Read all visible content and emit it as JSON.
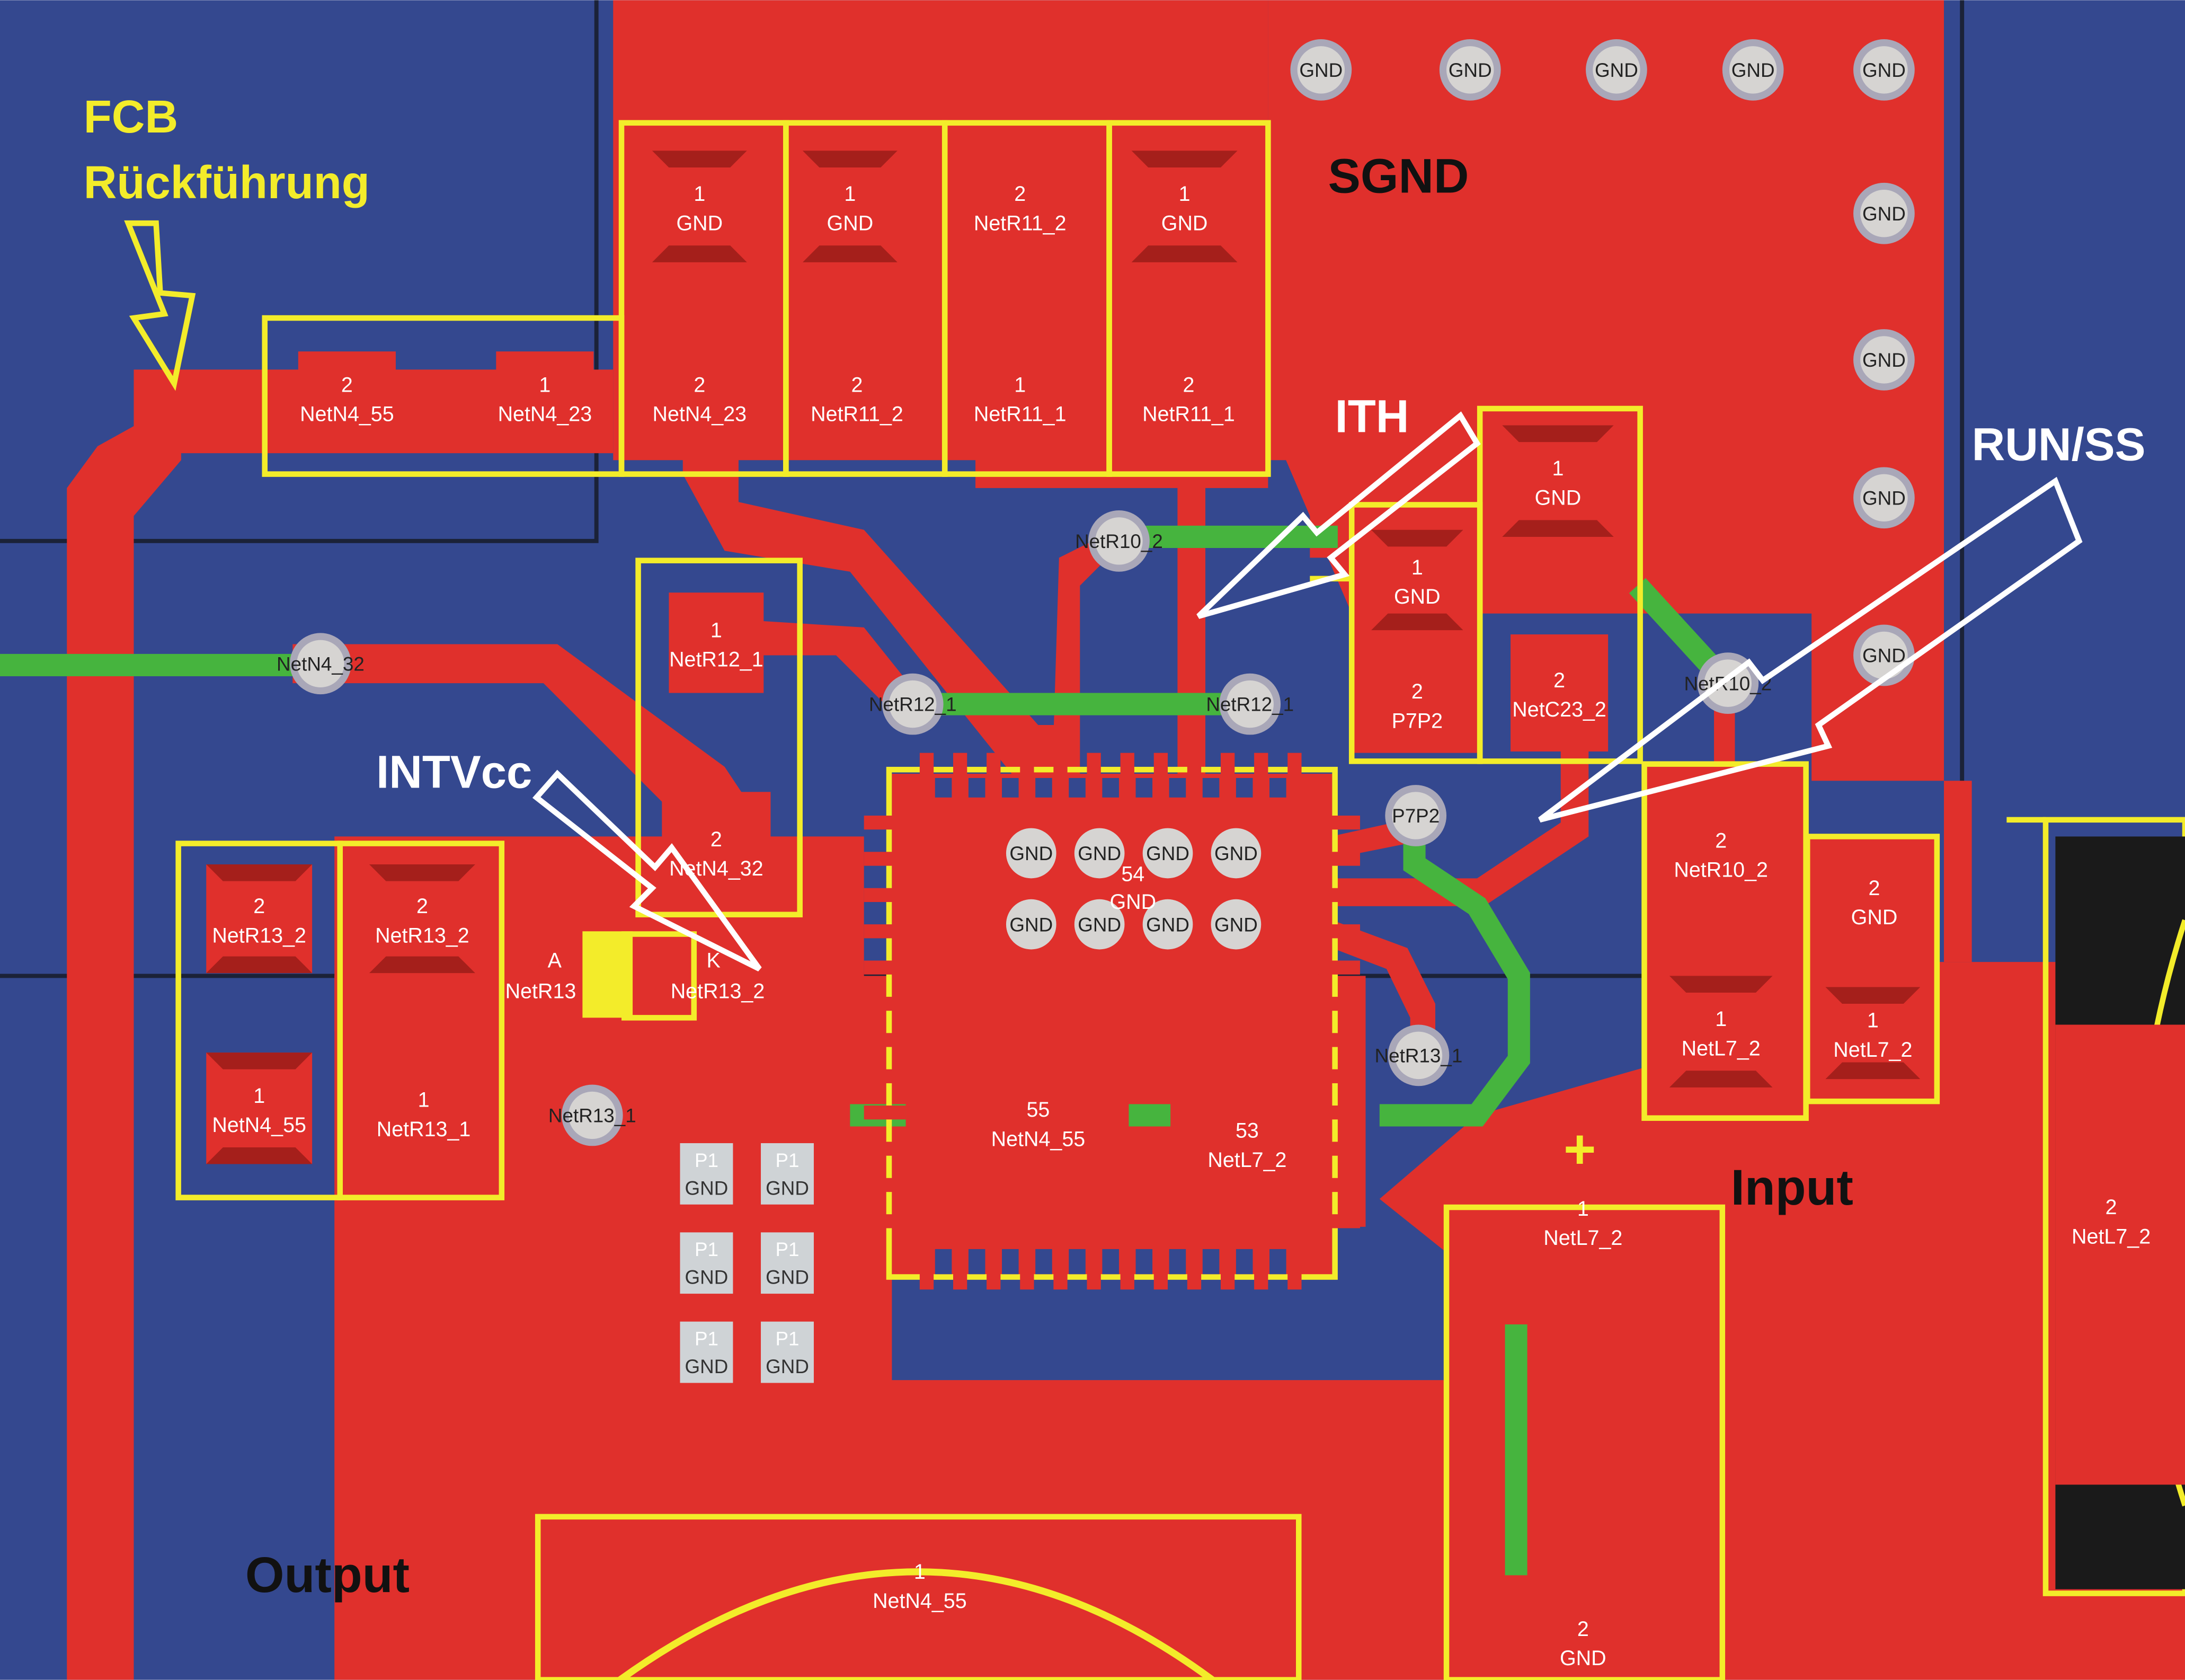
{
  "annotations": {
    "fcb": "FCB",
    "fcb_sub": "Rückführung",
    "sgnd": "SGND",
    "ith": "ITH",
    "run_ss": "RUN/SS",
    "intvcc": "INTVcc",
    "input": "Input",
    "output": "Output",
    "plus": "+"
  },
  "pads": [
    {
      "n": "1",
      "net": "GND"
    },
    {
      "n": "1",
      "net": "GND"
    },
    {
      "n": "2",
      "net": "NetR11_2"
    },
    {
      "n": "1",
      "net": "GND"
    },
    {
      "n": "2",
      "net": "NetN4_55"
    },
    {
      "n": "1",
      "net": "NetN4_23"
    },
    {
      "n": "2",
      "net": "NetN4_23"
    },
    {
      "n": "2",
      "net": "NetR11_2"
    },
    {
      "n": "1",
      "net": "NetR11_1"
    },
    {
      "n": "2",
      "net": "NetR11_1"
    },
    {
      "n": "1",
      "net": "NetR12_1"
    },
    {
      "n": "2",
      "net": "NetN4_32"
    },
    {
      "n": "1",
      "net": "GND"
    },
    {
      "n": "2",
      "net": "P7P2"
    },
    {
      "n": "1",
      "net": "GND"
    },
    {
      "n": "2",
      "net": "NetC23_2"
    },
    {
      "n": "2",
      "net": "NetR10_2"
    },
    {
      "n": "2",
      "net": "GND"
    },
    {
      "n": "1",
      "net": "NetL7_2"
    },
    {
      "n": "1",
      "net": "NetL7_2"
    },
    {
      "n": "2",
      "net": "NetR13_2"
    },
    {
      "n": "2",
      "net": "NetR13_2"
    },
    {
      "n": "1",
      "net": "NetN4_55"
    },
    {
      "n": "1",
      "net": "NetR13_1"
    },
    {
      "n": "55",
      "net": "NetN4_55"
    },
    {
      "n": "53",
      "net": "NetL7_2"
    },
    {
      "n": "1",
      "net": "NetL7_2"
    },
    {
      "n": "2",
      "net": "NetL7_2"
    },
    {
      "n": "1",
      "net": "NetN4_55"
    },
    {
      "n": "2",
      "net": "GND"
    }
  ],
  "small_pads": {
    "a_label": "A",
    "a_net": "NetR13",
    "k_label": "K",
    "k_net": "NetR13_2",
    "ic_center_num": "54",
    "ic_center_net": "GND"
  },
  "vias": [
    "GND",
    "GND",
    "GND",
    "GND",
    "GND",
    "GND",
    "GND",
    "GND",
    "GND",
    "NetR10_2",
    "NetN4_32",
    "NetR12_1",
    "NetR12_1",
    "NetR10_2",
    "P7P2",
    "NetR13_1",
    "NetR13_1"
  ],
  "ic_gnd_pads": [
    "GND",
    "GND",
    "GND",
    "GND",
    "GND",
    "GND",
    "GND",
    "GND"
  ],
  "p1_pads": [
    {
      "a": "P1",
      "b": "GND"
    },
    {
      "a": "P1",
      "b": "GND"
    },
    {
      "a": "P1",
      "b": "GND"
    },
    {
      "a": "P1",
      "b": "GND"
    },
    {
      "a": "P1",
      "b": "GND"
    },
    {
      "a": "P1",
      "b": "GND"
    }
  ],
  "colors": {
    "blue": "#34488f",
    "red": "#e0302c",
    "yellow": "#f3ec2a",
    "green": "#46b43e",
    "white": "#ffffff",
    "via": "#d6d4d2",
    "pad_shadow": "#a51f1b"
  }
}
